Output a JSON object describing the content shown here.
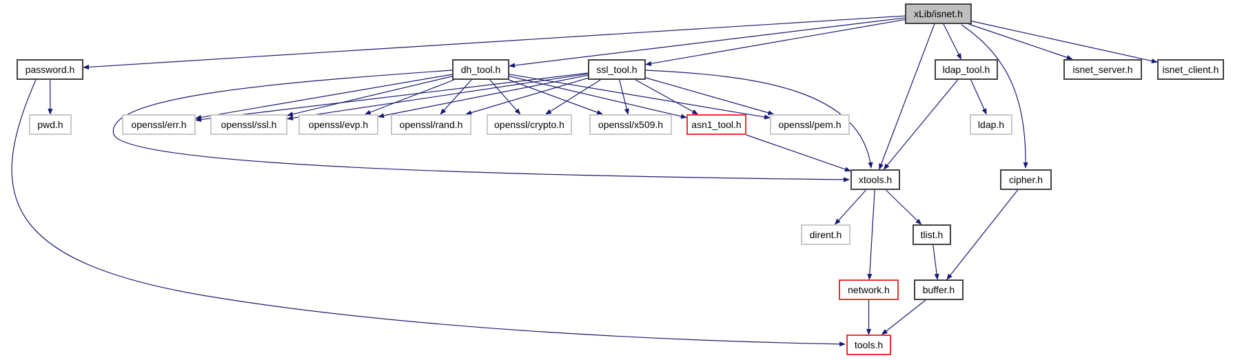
{
  "graph": {
    "edge_color": "#191970",
    "nodes": [
      {
        "id": "isnet",
        "label": "xLib/isnet.h",
        "style": "root"
      },
      {
        "id": "password",
        "label": "password.h",
        "style": "black"
      },
      {
        "id": "dh_tool",
        "label": "dh_tool.h",
        "style": "black"
      },
      {
        "id": "ssl_tool",
        "label": "ssl_tool.h",
        "style": "black"
      },
      {
        "id": "ldap_tool",
        "label": "ldap_tool.h",
        "style": "black"
      },
      {
        "id": "isnet_server",
        "label": "isnet_server.h",
        "style": "black"
      },
      {
        "id": "isnet_client",
        "label": "isnet_client.h",
        "style": "black"
      },
      {
        "id": "pwd",
        "label": "pwd.h",
        "style": "gray"
      },
      {
        "id": "err",
        "label": "openssl/err.h",
        "style": "gray"
      },
      {
        "id": "ssl",
        "label": "openssl/ssl.h",
        "style": "gray"
      },
      {
        "id": "evp",
        "label": "openssl/evp.h",
        "style": "gray"
      },
      {
        "id": "rand",
        "label": "openssl/rand.h",
        "style": "gray"
      },
      {
        "id": "crypto",
        "label": "openssl/crypto.h",
        "style": "gray"
      },
      {
        "id": "x509",
        "label": "openssl/x509.h",
        "style": "gray"
      },
      {
        "id": "asn1_tool",
        "label": "asn1_tool.h",
        "style": "red"
      },
      {
        "id": "pem",
        "label": "openssl/pem.h",
        "style": "gray"
      },
      {
        "id": "ldap",
        "label": "ldap.h",
        "style": "gray"
      },
      {
        "id": "xtools",
        "label": "xtools.h",
        "style": "black"
      },
      {
        "id": "cipher",
        "label": "cipher.h",
        "style": "black"
      },
      {
        "id": "dirent",
        "label": "dirent.h",
        "style": "gray"
      },
      {
        "id": "tlist",
        "label": "tlist.h",
        "style": "black"
      },
      {
        "id": "network",
        "label": "network.h",
        "style": "red"
      },
      {
        "id": "buffer",
        "label": "buffer.h",
        "style": "black"
      },
      {
        "id": "tools",
        "label": "tools.h",
        "style": "red"
      }
    ],
    "edges": [
      [
        "isnet",
        "password"
      ],
      [
        "isnet",
        "dh_tool"
      ],
      [
        "isnet",
        "ssl_tool"
      ],
      [
        "isnet",
        "xtools"
      ],
      [
        "isnet",
        "ldap_tool"
      ],
      [
        "isnet",
        "cipher"
      ],
      [
        "isnet",
        "isnet_server"
      ],
      [
        "isnet",
        "isnet_client"
      ],
      [
        "password",
        "pwd"
      ],
      [
        "password",
        "tools"
      ],
      [
        "dh_tool",
        "err"
      ],
      [
        "dh_tool",
        "ssl"
      ],
      [
        "dh_tool",
        "evp"
      ],
      [
        "dh_tool",
        "rand"
      ],
      [
        "dh_tool",
        "crypto"
      ],
      [
        "dh_tool",
        "x509"
      ],
      [
        "dh_tool",
        "asn1_tool"
      ],
      [
        "dh_tool",
        "pem"
      ],
      [
        "dh_tool",
        "xtools"
      ],
      [
        "ssl_tool",
        "err"
      ],
      [
        "ssl_tool",
        "ssl"
      ],
      [
        "ssl_tool",
        "evp"
      ],
      [
        "ssl_tool",
        "rand"
      ],
      [
        "ssl_tool",
        "crypto"
      ],
      [
        "ssl_tool",
        "x509"
      ],
      [
        "ssl_tool",
        "asn1_tool"
      ],
      [
        "ssl_tool",
        "pem"
      ],
      [
        "ssl_tool",
        "xtools"
      ],
      [
        "asn1_tool",
        "xtools"
      ],
      [
        "ldap_tool",
        "ldap"
      ],
      [
        "ldap_tool",
        "xtools"
      ],
      [
        "xtools",
        "dirent"
      ],
      [
        "xtools",
        "network"
      ],
      [
        "xtools",
        "tlist"
      ],
      [
        "tlist",
        "buffer"
      ],
      [
        "cipher",
        "buffer"
      ],
      [
        "network",
        "tools"
      ],
      [
        "buffer",
        "tools"
      ]
    ]
  }
}
